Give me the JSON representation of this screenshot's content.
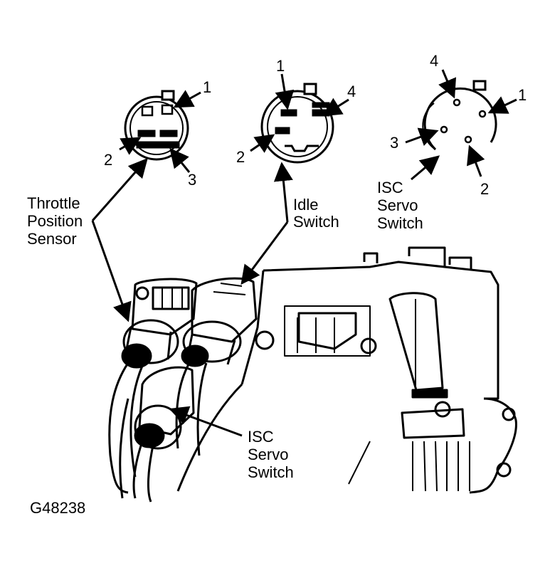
{
  "connectors": {
    "tps": {
      "pins": [
        "1",
        "2",
        "3"
      ],
      "label_lines": [
        "Throttle",
        "Position",
        "Sensor"
      ]
    },
    "idle": {
      "pins": [
        "1",
        "2",
        "4"
      ],
      "label_lines": [
        "Idle",
        "Switch"
      ]
    },
    "isc_top": {
      "pins": [
        "1",
        "2",
        "3",
        "4"
      ],
      "label_lines": [
        "ISC",
        "Servo",
        "Switch"
      ]
    },
    "isc_bottom": {
      "label_lines": [
        "ISC",
        "Servo",
        "Switch"
      ]
    }
  },
  "figure_code": "G48238"
}
